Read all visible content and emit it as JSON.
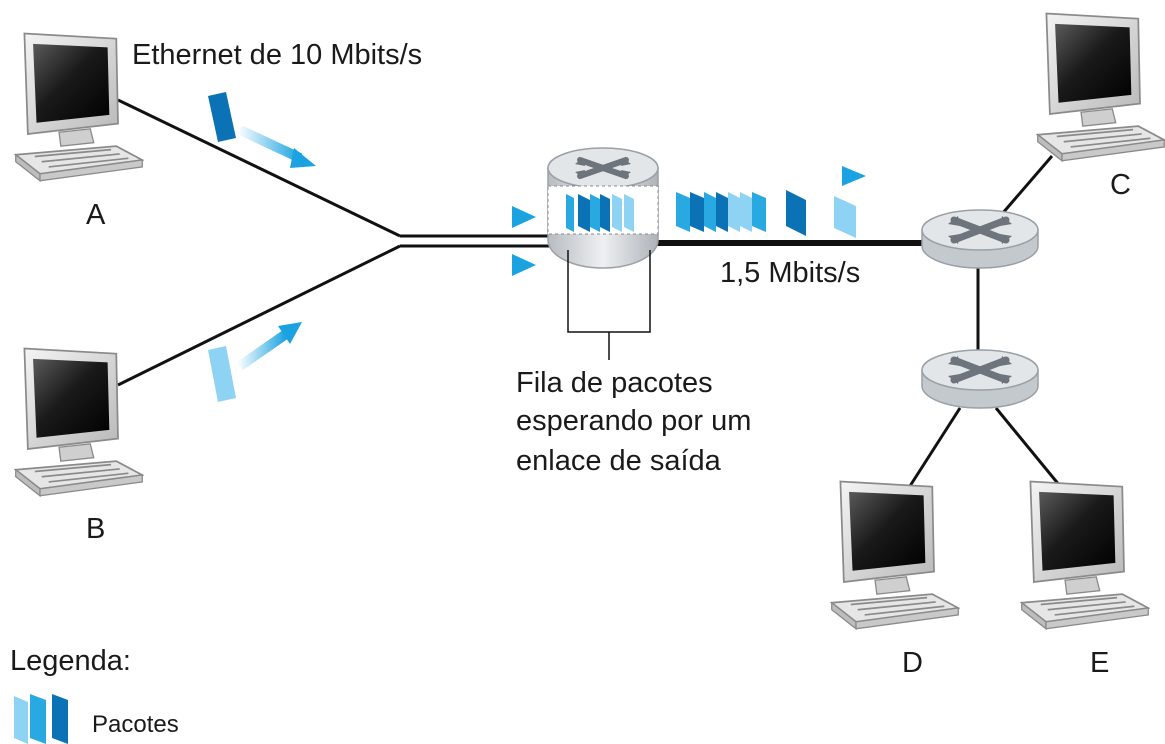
{
  "labels": {
    "link_a": "Ethernet de 10 Mbits/s",
    "host_a": "A",
    "host_b": "B",
    "host_c": "C",
    "host_d": "D",
    "host_e": "E",
    "link_out": "1,5 Mbits/s",
    "queue_line1": "Fila de pacotes",
    "queue_line2": "esperando por um",
    "queue_line3": "enlace de saída",
    "legend_title": "Legenda:",
    "legend_item": "Pacotes"
  },
  "colors": {
    "packet_light": "#8fd3f4",
    "packet_mid": "#29a9e1",
    "packet_dark": "#0b73b5",
    "arrow": "#1aa3e0",
    "link": "#111111",
    "router_body": "#cfd3d7",
    "router_top": "#e3e6e9",
    "router_x": "#6d747b"
  },
  "icons": [
    "computer-icon",
    "router-icon",
    "packet-icon",
    "arrow-icon"
  ]
}
